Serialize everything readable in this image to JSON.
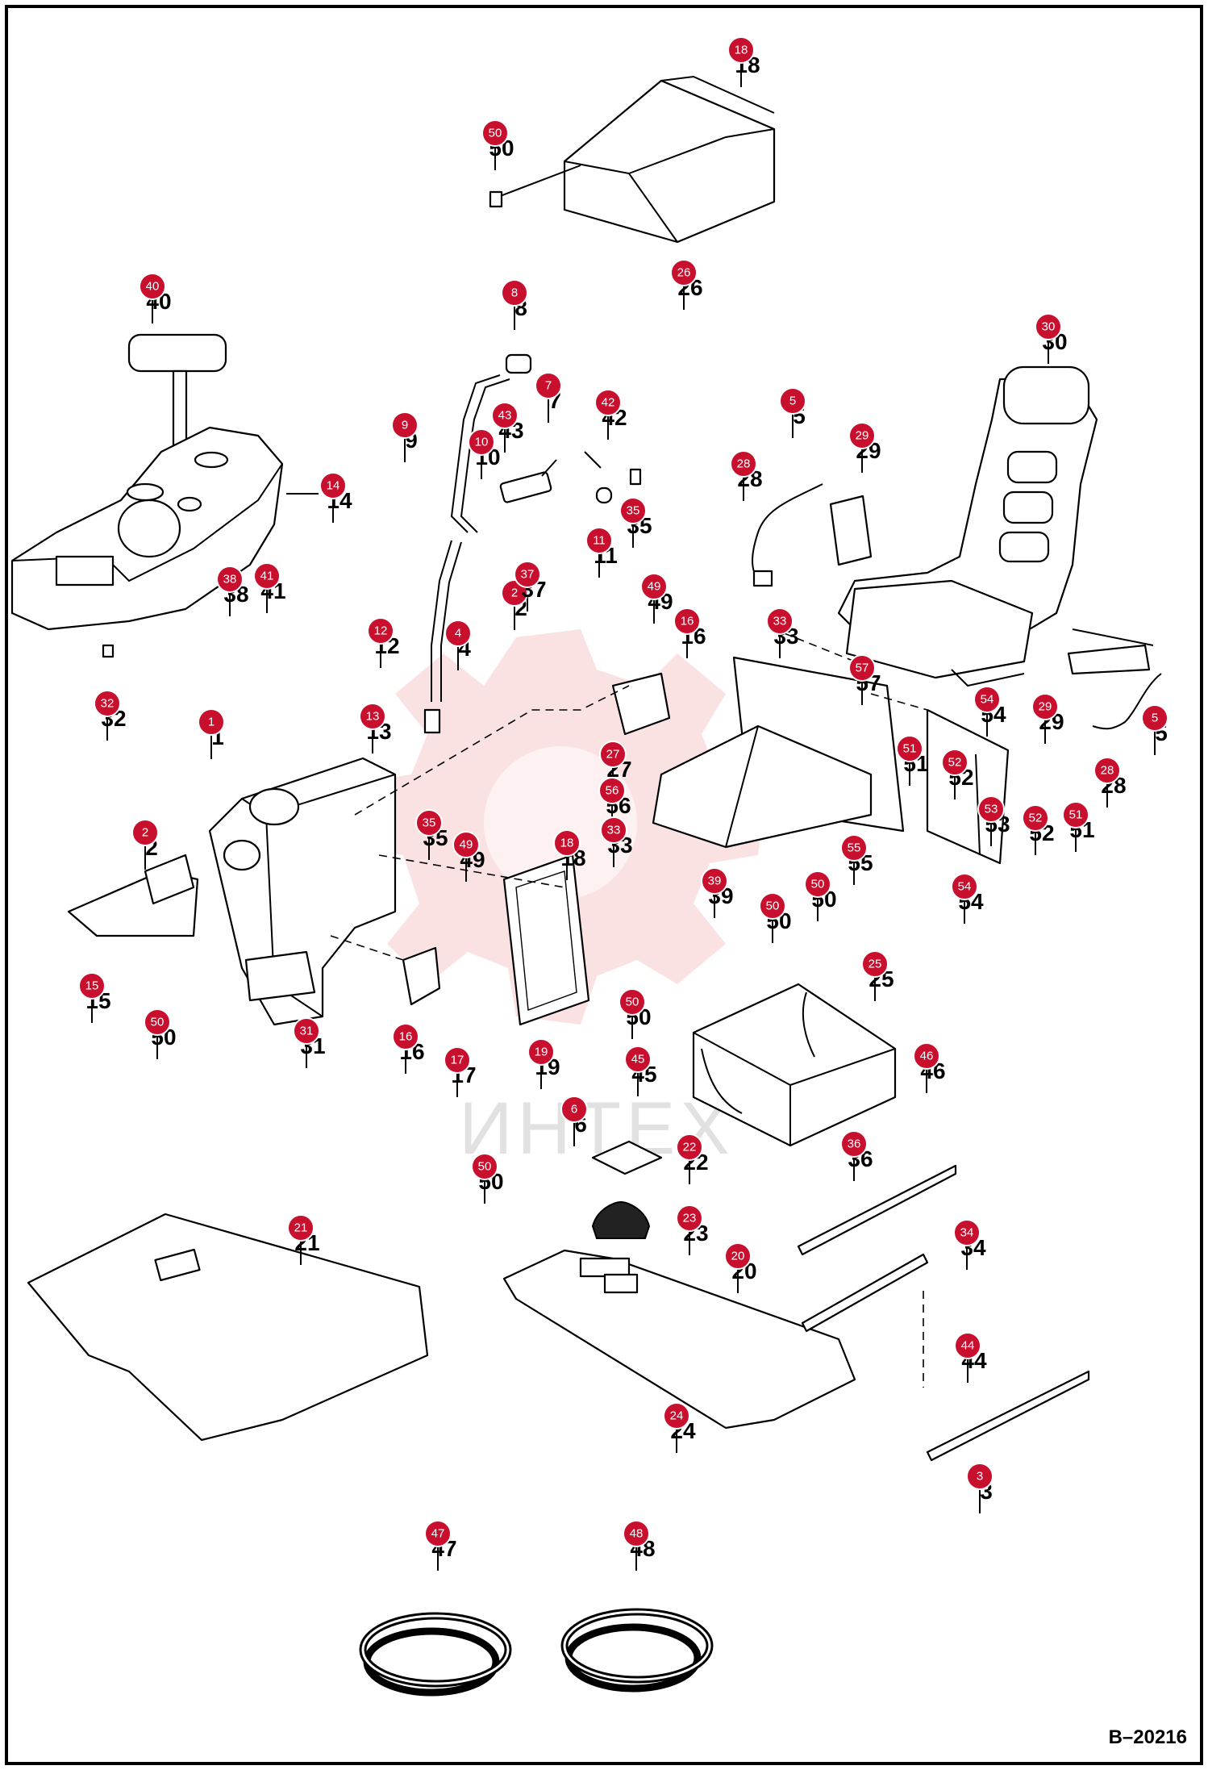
{
  "drawing_code": "B–20216",
  "watermark": "ИНТЕХ",
  "callouts": [
    {
      "n": "1"
    },
    {
      "n": "2"
    },
    {
      "n": "2"
    },
    {
      "n": "3"
    },
    {
      "n": "4"
    },
    {
      "n": "5"
    },
    {
      "n": "5"
    },
    {
      "n": "6"
    },
    {
      "n": "7"
    },
    {
      "n": "8"
    },
    {
      "n": "9"
    },
    {
      "n": "10"
    },
    {
      "n": "11"
    },
    {
      "n": "12"
    },
    {
      "n": "13"
    },
    {
      "n": "14"
    },
    {
      "n": "15"
    },
    {
      "n": "16"
    },
    {
      "n": "16"
    },
    {
      "n": "17"
    },
    {
      "n": "18"
    },
    {
      "n": "18"
    },
    {
      "n": "19"
    },
    {
      "n": "20"
    },
    {
      "n": "21"
    },
    {
      "n": "22"
    },
    {
      "n": "23"
    },
    {
      "n": "24"
    },
    {
      "n": "25"
    },
    {
      "n": "26"
    },
    {
      "n": "27"
    },
    {
      "n": "28"
    },
    {
      "n": "28"
    },
    {
      "n": "29"
    },
    {
      "n": "29"
    },
    {
      "n": "30"
    },
    {
      "n": "31"
    },
    {
      "n": "32"
    },
    {
      "n": "33"
    },
    {
      "n": "33"
    },
    {
      "n": "34"
    },
    {
      "n": "35"
    },
    {
      "n": "35"
    },
    {
      "n": "36"
    },
    {
      "n": "37"
    },
    {
      "n": "38"
    },
    {
      "n": "39"
    },
    {
      "n": "40"
    },
    {
      "n": "41"
    },
    {
      "n": "42"
    },
    {
      "n": "43"
    },
    {
      "n": "44"
    },
    {
      "n": "45"
    },
    {
      "n": "46"
    },
    {
      "n": "47"
    },
    {
      "n": "48"
    },
    {
      "n": "49"
    },
    {
      "n": "49"
    },
    {
      "n": "50"
    },
    {
      "n": "50"
    },
    {
      "n": "50"
    },
    {
      "n": "50"
    },
    {
      "n": "50"
    },
    {
      "n": "50"
    },
    {
      "n": "51"
    },
    {
      "n": "51"
    },
    {
      "n": "52"
    },
    {
      "n": "52"
    },
    {
      "n": "53"
    },
    {
      "n": "54"
    },
    {
      "n": "54"
    },
    {
      "n": "55"
    },
    {
      "n": "56"
    },
    {
      "n": "57"
    }
  ]
}
